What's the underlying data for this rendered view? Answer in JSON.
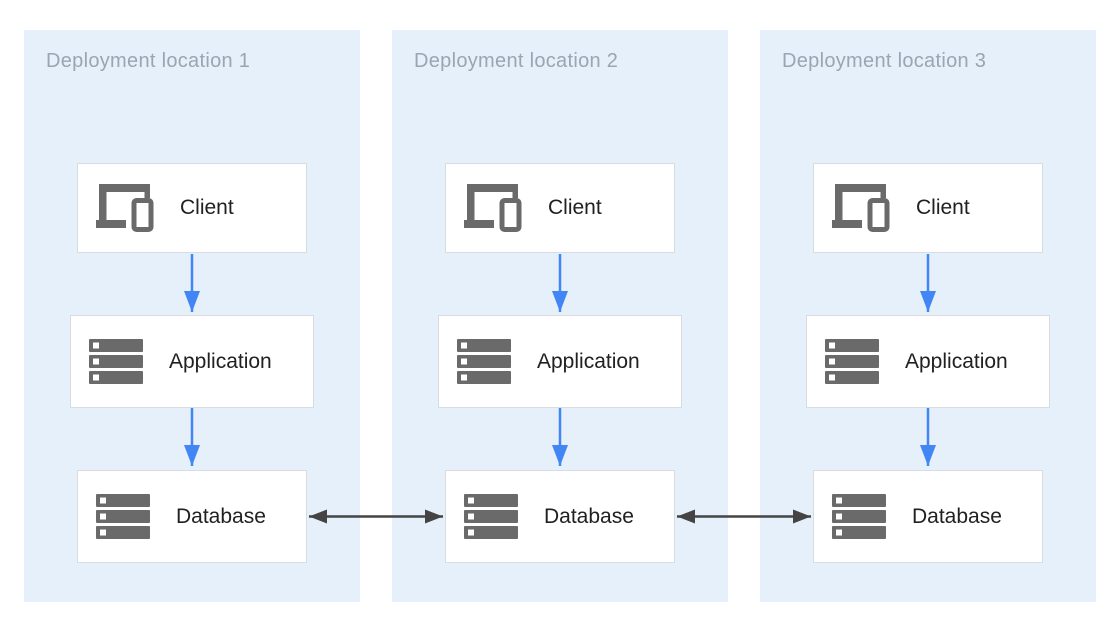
{
  "colors": {
    "panel_background": "#E6F0FA",
    "panel_title": "#9AA5B1",
    "node_border": "#D8DCE0",
    "node_label": "#212121",
    "icon_gray": "#6A6A6A",
    "flow_arrow_blue": "#4285F4",
    "replication_arrow_dark": "#444444"
  },
  "locations": [
    {
      "title": "Deployment location 1",
      "nodes": [
        {
          "label": "Client",
          "icon": "devices-icon"
        },
        {
          "label": "Application",
          "icon": "storage-icon"
        },
        {
          "label": "Database",
          "icon": "storage-icon"
        }
      ]
    },
    {
      "title": "Deployment location 2",
      "nodes": [
        {
          "label": "Client",
          "icon": "devices-icon"
        },
        {
          "label": "Application",
          "icon": "storage-icon"
        },
        {
          "label": "Database",
          "icon": "storage-icon"
        }
      ]
    },
    {
      "title": "Deployment location 3",
      "nodes": [
        {
          "label": "Client",
          "icon": "devices-icon"
        },
        {
          "label": "Application",
          "icon": "storage-icon"
        },
        {
          "label": "Database",
          "icon": "storage-icon"
        }
      ]
    }
  ]
}
